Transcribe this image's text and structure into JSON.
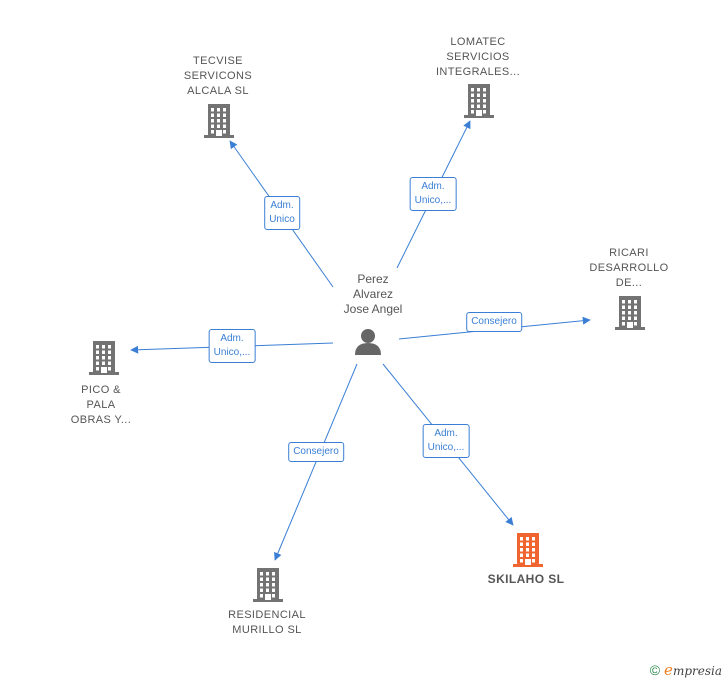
{
  "center": {
    "name": "Perez\nAlvarez\nJose Angel",
    "icon": "person-icon",
    "color": "#666666"
  },
  "colors": {
    "edge": "#3a7fd5",
    "company": "#737373",
    "highlight": "#f0652f"
  },
  "companies": [
    {
      "id": "tecvise",
      "label": "TECVISE\nSERVICONS\nALCALA SL",
      "relation": "Adm.\nUnico",
      "highlight": false
    },
    {
      "id": "lomatec",
      "label": "LOMATEC\nSERVICIOS\nINTEGRALES...",
      "relation": "Adm.\nUnico,...",
      "highlight": false
    },
    {
      "id": "ricari",
      "label": "RICARI\nDESARROLLO\nDE...",
      "relation": "Consejero",
      "highlight": false
    },
    {
      "id": "pico",
      "label": "PICO &\nPALA\nOBRAS Y...",
      "relation": "Adm.\nUnico,...",
      "highlight": false
    },
    {
      "id": "skilaho",
      "label": "SKILAHO  SL",
      "relation": "Adm.\nUnico,...",
      "highlight": true
    },
    {
      "id": "residencial",
      "label": "RESIDENCIAL\nMURILLO SL",
      "relation": "Consejero",
      "highlight": false
    }
  ],
  "brand": {
    "copyright": "©",
    "initial": "e",
    "name": "mpresia"
  }
}
